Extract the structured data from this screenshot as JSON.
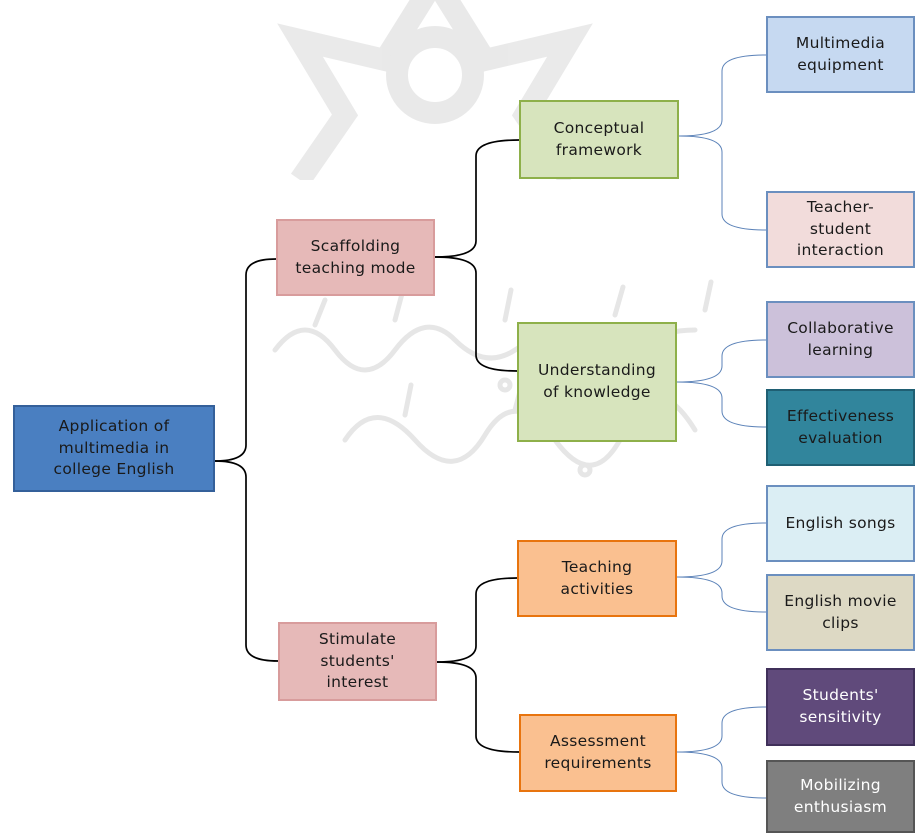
{
  "diagram": {
    "root": "Application of\nmultimedia in\ncollege English",
    "branch_scaffolding": "Scaffolding\nteaching mode",
    "branch_interest": "Stimulate\nstudents'\ninterest",
    "conceptual_framework": "Conceptual\nframework",
    "understanding_knowledge": "Understanding\nof knowledge",
    "teaching_activities": "Teaching\nactivities",
    "assessment_requirements": "Assessment\nrequirements",
    "multimedia_equipment": "Multimedia\nequipment",
    "teacher_student_interaction": "Teacher-\nstudent\ninteraction",
    "collaborative_learning": "Collaborative\nlearning",
    "effectiveness_evaluation": "Effectiveness\nevaluation",
    "english_songs": "English songs",
    "english_movie_clips": "English movie\nclips",
    "students_sensitivity": "Students'\nsensitivity",
    "mobilizing_enthusiasm": "Mobilizing\nenthusiasm"
  },
  "colors": {
    "root": "#4a7fc1",
    "level1": "#e6b9b8",
    "level2_green": "#d7e4bd",
    "level2_orange": "#fac090",
    "connector_main": "#000000",
    "connector_leaf": "#5b82b8"
  },
  "watermark_icon": "decorative-seal-watermark"
}
